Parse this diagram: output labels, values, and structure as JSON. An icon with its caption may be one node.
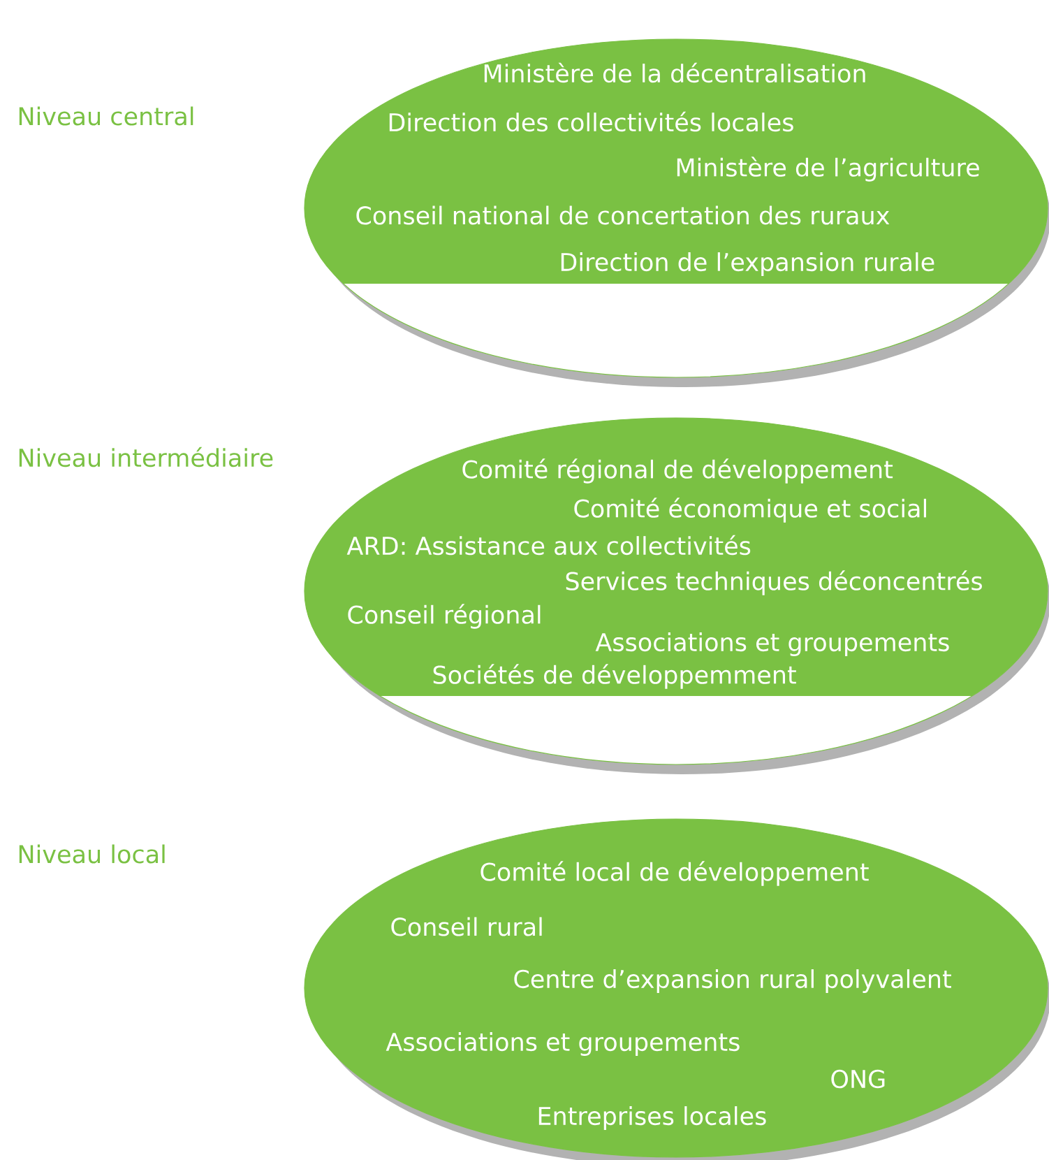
{
  "diagram": {
    "nodes": [
      {
        "text": [
          "Ministère de la décentralisation",
          "Direction des collectivités locales",
          "Ministère de l’agriculture",
          "Conseil national de concertation des ruraux",
          "Direction de l’expansion rurale"
        ]
      },
      {
        "text": [
          "Comité régional de développement",
          "Comité économique et social",
          "ARD: Assistance aux collectivités",
          "Services techniques déconcentrés",
          "Conseil régional",
          "Associations et groupements",
          "Sociétés de développemment"
        ]
      },
      {
        "text": [
          "Comité local de développement",
          "Conseil rural",
          "Centre d’expansion rural polyvalent",
          "Associations et groupements",
          "ONG",
          "Entreprises locales"
        ]
      }
    ],
    "labels": [
      "Niveau central",
      "Niveau intermédiaire",
      "Niveau local"
    ]
  }
}
